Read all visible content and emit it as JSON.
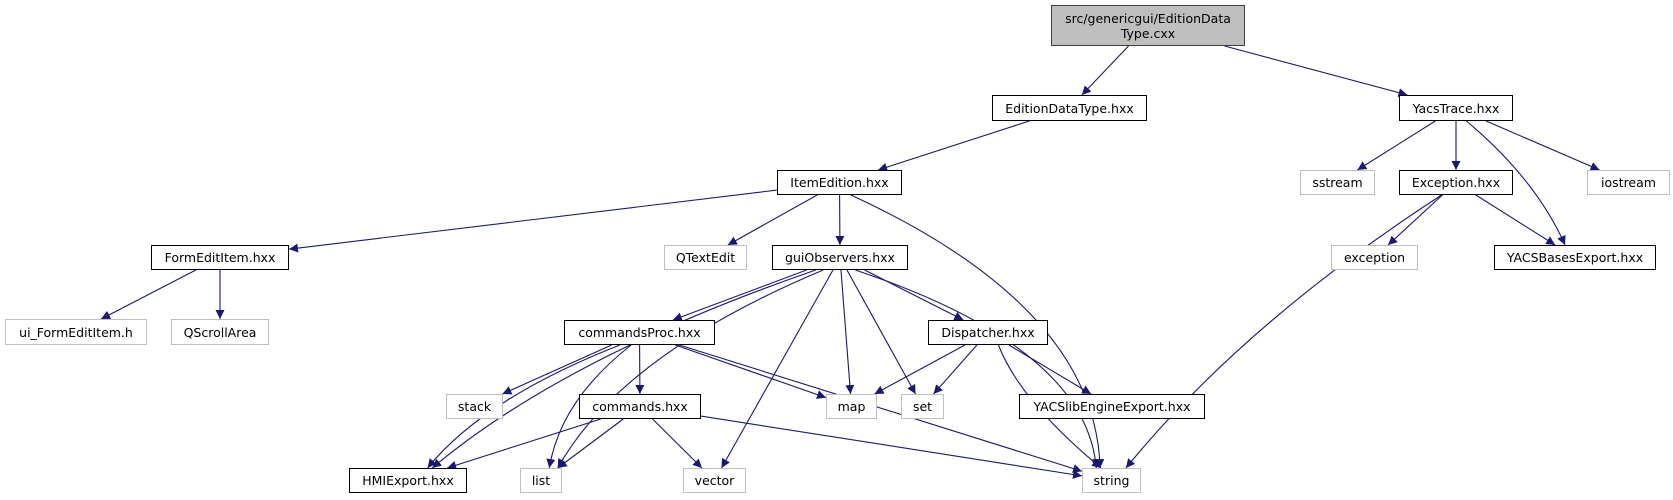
{
  "colors": {
    "edge": "#191970",
    "root_fill": "#bfbfbf",
    "external_border": "#bfbfbf",
    "internal_border": "#000000"
  },
  "nodes": {
    "root": "src/genericgui/EditionDataType.cxx",
    "editiondatatype": "EditionDataType.hxx",
    "yacstrace": "YacsTrace.hxx",
    "itemedition": "ItemEdition.hxx",
    "sstream": "sstream",
    "exception_hxx": "Exception.hxx",
    "iostream": "iostream",
    "formedititem": "FormEditItem.hxx",
    "qtextedit": "QTextEdit",
    "guiobservers": "guiObservers.hxx",
    "exception": "exception",
    "yacsbasesexport": "YACSBasesExport.hxx",
    "ui_formedititem": "ui_FormEditItem.h",
    "qscrollarea": "QScrollArea",
    "commandsproc": "commandsProc.hxx",
    "dispatcher": "Dispatcher.hxx",
    "stack": "stack",
    "commands": "commands.hxx",
    "map": "map",
    "set": "set",
    "yacslibengineexport": "YACSlibEngineExport.hxx",
    "hmiexport": "HMIExport.hxx",
    "list": "list",
    "vector": "vector",
    "string": "string"
  },
  "edges": [
    [
      "root",
      "editiondatatype"
    ],
    [
      "root",
      "yacstrace"
    ],
    [
      "editiondatatype",
      "itemedition"
    ],
    [
      "itemedition",
      "formedititem"
    ],
    [
      "itemedition",
      "qtextedit"
    ],
    [
      "itemedition",
      "guiobservers"
    ],
    [
      "itemedition",
      "string"
    ],
    [
      "formedititem",
      "ui_formedititem"
    ],
    [
      "formedititem",
      "qscrollarea"
    ],
    [
      "guiobservers",
      "hmiexport"
    ],
    [
      "guiobservers",
      "list"
    ],
    [
      "guiobservers",
      "commandsproc"
    ],
    [
      "guiobservers",
      "vector"
    ],
    [
      "guiobservers",
      "map"
    ],
    [
      "guiobservers",
      "set"
    ],
    [
      "guiobservers",
      "dispatcher"
    ],
    [
      "guiobservers",
      "string"
    ],
    [
      "commandsproc",
      "hmiexport"
    ],
    [
      "commandsproc",
      "stack"
    ],
    [
      "commandsproc",
      "list"
    ],
    [
      "commandsproc",
      "commands"
    ],
    [
      "commandsproc",
      "map"
    ],
    [
      "commandsproc",
      "string"
    ],
    [
      "commands",
      "hmiexport"
    ],
    [
      "commands",
      "list"
    ],
    [
      "commands",
      "vector"
    ],
    [
      "commands",
      "string"
    ],
    [
      "dispatcher",
      "map"
    ],
    [
      "dispatcher",
      "set"
    ],
    [
      "dispatcher",
      "string"
    ],
    [
      "dispatcher",
      "yacslibengineexport"
    ],
    [
      "yacstrace",
      "sstream"
    ],
    [
      "yacstrace",
      "exception_hxx"
    ],
    [
      "yacstrace",
      "yacsbasesexport"
    ],
    [
      "yacstrace",
      "iostream"
    ],
    [
      "exception_hxx",
      "exception"
    ],
    [
      "exception_hxx",
      "yacsbasesexport"
    ],
    [
      "exception_hxx",
      "string"
    ]
  ]
}
